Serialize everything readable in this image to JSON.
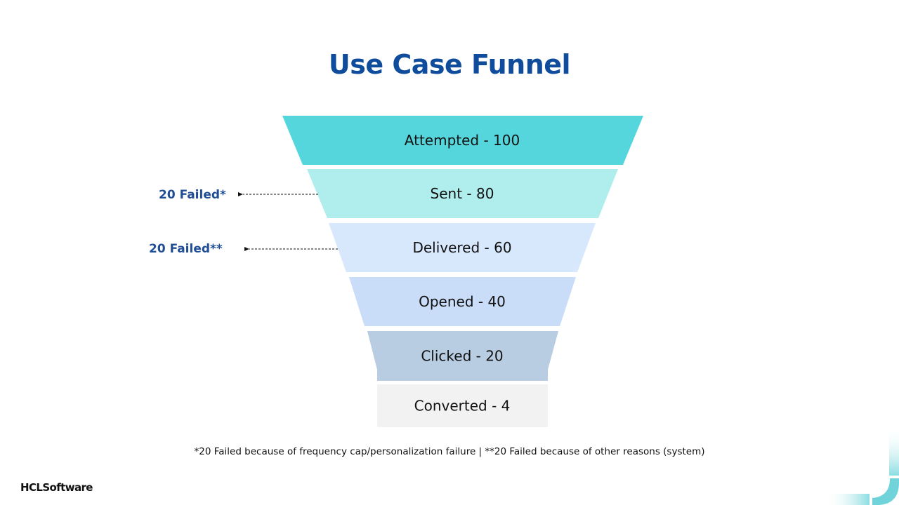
{
  "slide": {
    "title": "Use Case Funnel",
    "footnote": "*20 Failed because of frequency cap/personalization failure | **20 Failed because of other reasons (system)",
    "brand": "HCLSoftware",
    "accent_color": "#0f4c9c"
  },
  "chart_data": {
    "type": "funnel",
    "title": "Use Case Funnel",
    "stages": [
      {
        "name": "Attempted",
        "value": 100,
        "label": "Attempted - 100",
        "color": "#55d6dc"
      },
      {
        "name": "Sent",
        "value": 80,
        "label": "Sent - 80",
        "color": "#b0eeee"
      },
      {
        "name": "Delivered",
        "value": 60,
        "label": "Delivered - 60",
        "color": "#d7e7fc"
      },
      {
        "name": "Opened",
        "value": 40,
        "label": "Opened - 40",
        "color": "#c9dcf8"
      },
      {
        "name": "Clicked",
        "value": 20,
        "label": "Clicked - 20",
        "color": "#b8cde2"
      },
      {
        "name": "Converted",
        "value": 4,
        "label": "Converted - 4",
        "color": "#f2f2f2"
      }
    ],
    "annotations": [
      {
        "text": "20 Failed*",
        "points_to": "Sent",
        "value": 20
      },
      {
        "text": "20 Failed**",
        "points_to": "Delivered",
        "value": 20
      }
    ]
  }
}
